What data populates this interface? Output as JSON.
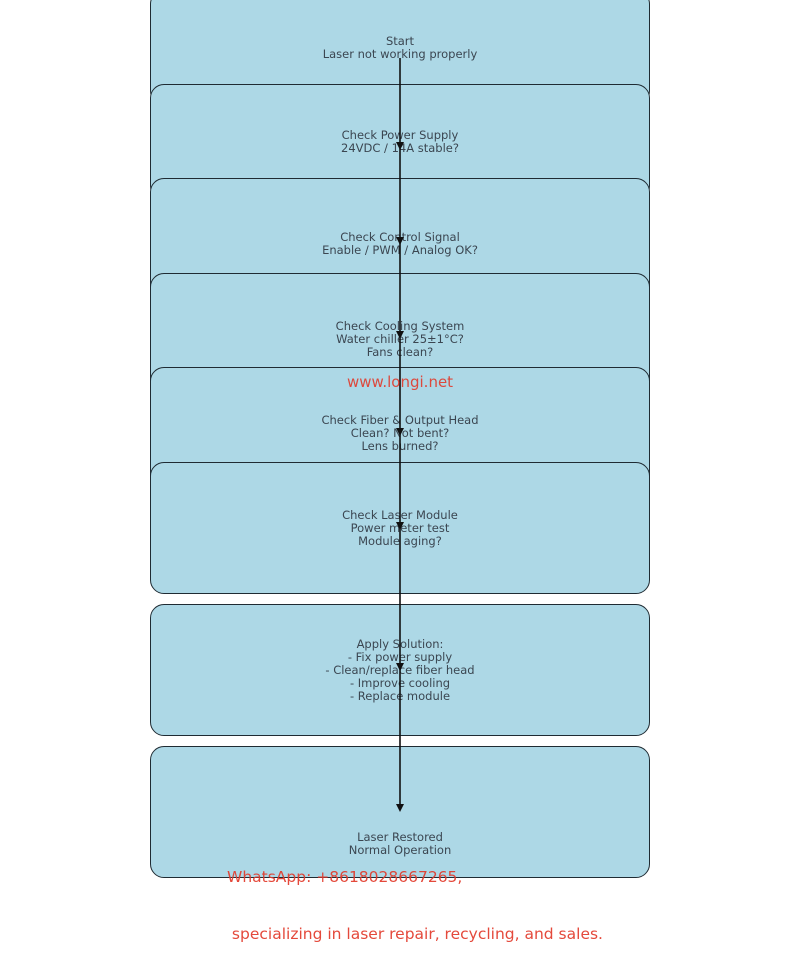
{
  "nodes": [
    {
      "id": "start",
      "lines": [
        "Start",
        "Laser not working properly"
      ]
    },
    {
      "id": "power",
      "lines": [
        "Check Power Supply",
        "24VDC / 14A stable?"
      ]
    },
    {
      "id": "control",
      "lines": [
        "Check Control Signal",
        "Enable / PWM / Analog OK?"
      ]
    },
    {
      "id": "cooling",
      "lines": [
        "Check Cooling System",
        "Water chiller 25±1°C?",
        "Fans clean?"
      ]
    },
    {
      "id": "fiber",
      "lines": [
        "Check Fiber & Output Head",
        "Clean? Not bent?",
        "Lens burned?"
      ]
    },
    {
      "id": "module",
      "lines": [
        "Check Laser Module",
        "Power meter test",
        "Module aging?"
      ]
    },
    {
      "id": "solution",
      "lines": [
        "Apply Solution:",
        "- Fix power supply",
        "- Clean/replace fiber head",
        "- Improve cooling",
        "- Replace module"
      ]
    },
    {
      "id": "restored",
      "lines": [
        "Laser Restored",
        "Normal Operation"
      ]
    }
  ],
  "watermark": {
    "site": "www.longi.net",
    "contact_line1": "WhatsApp: +8618028667265,",
    "contact_line2": " specializing in laser repair, recycling, and sales."
  },
  "colors": {
    "node_fill": "#add8e6",
    "node_stroke": "#1f2b33",
    "arrow": "#111111",
    "watermark": "#e23a2b"
  }
}
